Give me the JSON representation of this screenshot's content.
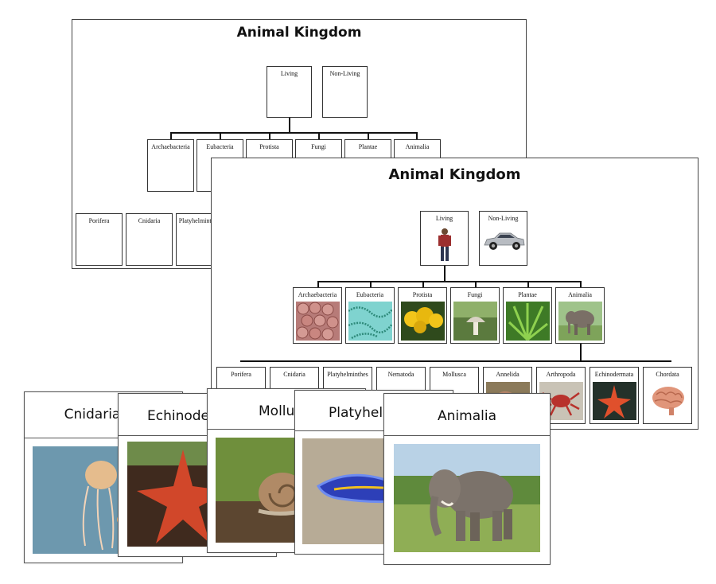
{
  "back_sheet": {
    "title": "Animal Kingdom",
    "top_row": [
      "Living",
      "Non-Living"
    ],
    "middle_row": [
      "Archaebacteria",
      "Eubacteria",
      "Protista",
      "Fungi",
      "Plantae",
      "Animalia"
    ],
    "bottom_row": [
      "Porifera",
      "Cnidaria",
      "Platyhelminthes"
    ]
  },
  "front_sheet": {
    "title": "Animal Kingdom",
    "top_row": [
      "Living",
      "Non-Living"
    ],
    "middle_row": [
      "Archaebacteria",
      "Eubacteria",
      "Protista",
      "Fungi",
      "Plantae",
      "Animalia"
    ],
    "bottom_row": [
      "Porifera",
      "Cnidaria",
      "Platyhelminthes",
      "Nematoda",
      "Mollusca",
      "Annelida",
      "Arthropoda",
      "Echinodermata",
      "Chordata"
    ]
  },
  "cards": [
    {
      "label": "Cnidaria",
      "image": "jellyfish"
    },
    {
      "label": "Echinodermata",
      "image": "starfish"
    },
    {
      "label": "Mollusca",
      "image": "snail"
    },
    {
      "label": "Platyhelminthes",
      "image": "flatworm"
    },
    {
      "label": "Animalia",
      "image": "elephant"
    }
  ]
}
